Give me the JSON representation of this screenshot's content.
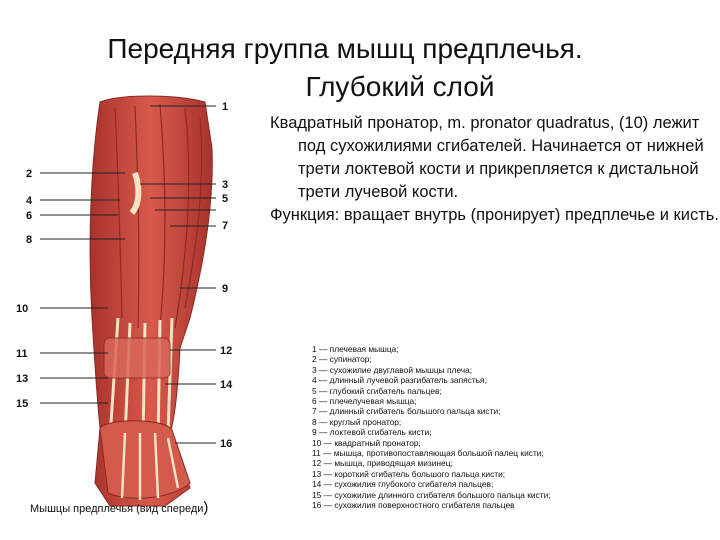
{
  "title": {
    "line1": "Передняя группа мышц предплечья.",
    "line2": "Глубокий слой"
  },
  "description": [
    "Квадратный пронатор, m. pronator quadratus, (10) лежит под сухожилиями сгибателей. Начинается от нижней трети локтевой кости и прикрепляется к дистальной трети лучевой кости.",
    "Функция: вращает внутрь (пронирует) предплечье и кисть."
  ],
  "caption": "Мышцы предплечья (вид спереди",
  "caption_close": ")",
  "figure_labels": {
    "l1": "1",
    "l2": "2",
    "l3": "3",
    "l4": "4",
    "l5": "5",
    "l6": "6",
    "l7": "7",
    "l8": "8",
    "l9": "9",
    "l10": "10",
    "l11": "11",
    "l12": "12",
    "l13": "13",
    "l14": "14",
    "l15": "15",
    "l16": "16"
  },
  "legend": [
    "1 — плечевая мышца;",
    "2 — супинатор;",
    "3 — сухожилие двуглавой мышцы плеча;",
    "4 — длинный лучевой разгибатель запястья;",
    "5 — глубокий сгибатель пальцев;",
    "6 — плечелучевая мышца;",
    "7 — длинный сгибатель большого пальца кисти;",
    "8 — круглый пронатор;",
    "9 — локтевой сгибатель кисти;",
    "10 — квадратный пронатор;",
    "11 — мышца, противопоставляющая большой палец кисти;",
    "12 — мышца, приводящая мизинец;",
    "13 — короткий сгибатель большого пальца кисти;",
    "14 — сухожилия глубокого сгибателя пальцев;",
    "15 — сухожилие длинного сгибателя большого пальца кисти;",
    "16 — сухожилия поверхностного сгибателя пальцев"
  ],
  "colors": {
    "muscle": "#c8463e",
    "muscle_light": "#e08a7a",
    "tendon": "#f1e3c4",
    "bone": "#f5efe2",
    "leader": "#222222"
  }
}
